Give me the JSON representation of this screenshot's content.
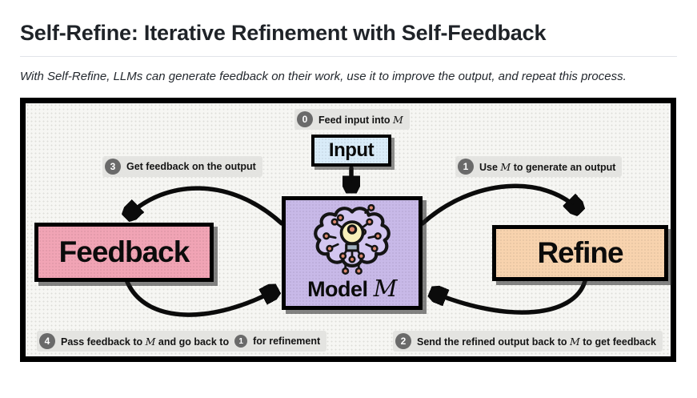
{
  "page": {
    "title": "Self-Refine: Iterative Refinement with Self-Feedback",
    "subtitle": "With Self-Refine, LLMs can generate feedback on their work, use it to improve the output, and repeat this process."
  },
  "diagram": {
    "nodes": {
      "input": {
        "label": "Input"
      },
      "model": {
        "label_prefix": "Model",
        "label_symbol": "ℳ"
      },
      "feedback": {
        "label": "Feedback"
      },
      "refine": {
        "label": "Refine"
      }
    },
    "steps": {
      "s0": {
        "num": "0",
        "text": "Feed input into ℳ"
      },
      "s1": {
        "num": "1",
        "text": "Use ℳ to generate an output"
      },
      "s2": {
        "num": "2",
        "text": "Send the refined output back to ℳ to get feedback"
      },
      "s3": {
        "num": "3",
        "text": "Get feedback on the output"
      },
      "s4": {
        "num": "4",
        "text_pre": "Pass feedback to ℳ and go back to",
        "inline_badge_num": "1",
        "text_post": "for refinement"
      }
    },
    "icons": {
      "model_icon": "brain-circuit-icon",
      "model_icon_center": "lightbulb-icon"
    },
    "colors": {
      "input_fill": "#d9ecf9",
      "model_fill": "#c8b9e8",
      "feedback_fill": "#f1a4b5",
      "refine_fill": "#f8d3ae",
      "canvas_bg": "#f6f6f3",
      "frame_border": "#000000",
      "arrow": "#0b0b0b",
      "step_label_bg": "#e4e4e1",
      "step_badge_bg": "#6a6a6a",
      "node_dot": "#dd8a70",
      "bulb_fill": "#f8f0ba",
      "bulb_base": "#a3b3c2"
    }
  }
}
